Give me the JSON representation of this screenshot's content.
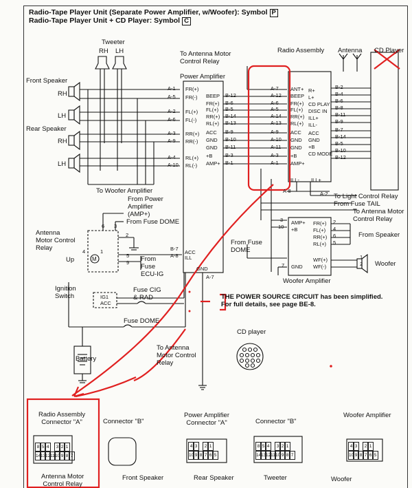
{
  "header": {
    "line1": "Radio-Tape Player Unit (Separate Power Amplifier, w/Woofer): Symbol",
    "line1_symbol": "P",
    "line2": "Radio-Tape Player Unit + CD Player: Symbol",
    "line2_symbol": "C"
  },
  "labels": {
    "tweeter": "Tweeter",
    "tweeter_rh": "RH",
    "tweeter_lh": "LH",
    "to_antenna_motor_relay_top": "To Antenna Motor\nControl Relay",
    "radio_assembly": "Radio Assembly",
    "antenna": "Antenna",
    "cd_player_top": "CD Player",
    "power_amplifier": "Power Amplifier",
    "front_speaker": "Front Speaker",
    "rear_speaker": "Rear Speaker",
    "rh1": "RH",
    "lh1": "LH",
    "rh2": "RH",
    "lh2": "LH",
    "to_woofer_amplifier": "To Woofer Amplifier",
    "from_power_amplifier": "From Power\nAmplifier\n(AMP+)",
    "from_fuse_dome_1": "From Fuse DOME",
    "antenna_motor_control_relay": "Antenna\nMotor Control\nRelay",
    "up": "Up",
    "from_fuse_ecu_ig": "From\nFuse\nECU-IG",
    "ignition_switch": "Ignition\nSwitch",
    "fuse_cig_rad": "Fuse CIG\n& RAD",
    "fuse_dome": "Fuse DOME",
    "battery": "Battery",
    "to_antenna_motor_relay_bottom": "To Antenna\nMotor Control\nRelay",
    "to_light_control_relay": "To Light Control Relay",
    "from_fuse_tail": "From Fuse TAIL",
    "to_antenna_motor_relay_right": "To Antenna Motor\nControl Relay",
    "from_fuse_dome_2": "From Fuse\nDOME",
    "from_speaker": "From Speaker",
    "woofer": "Woofer",
    "woofer_amplifier": "Woofer Amplifier",
    "power_source_note": "THE POWER SOURCE CIRCUIT has been simplified.\nFor full details, see page BE-8.",
    "cd_player_connector": "CD player",
    "ig1": "IG1",
    "acc": "ACC",
    "gnd": "GND",
    "m": "M"
  },
  "pins": {
    "amp_left": [
      "A-1",
      "A-5",
      "A-2",
      "A-6",
      "A-3",
      "A-9",
      "A-4",
      "A-10"
    ],
    "amp_left_names": [
      "FR(+)",
      "FR(-)",
      "FL(+)",
      "FL(-)",
      "RR(+)",
      "RR(-)",
      "RL(+)",
      "RL(-)"
    ],
    "amp_right": [
      "B-12",
      "B-6",
      "B-5",
      "B-14",
      "B-13",
      "B-9",
      "B-10",
      "B-11",
      "B-3",
      "B-1"
    ],
    "amp_right_names": [
      "BEEP",
      "FR(+)",
      "FL(+)",
      "RR(+)",
      "RL(+)",
      "ACC",
      "GND",
      "GND",
      "+B",
      "AMP+"
    ],
    "radio_left": [
      "A-7",
      "A-12",
      "A-6",
      "A-5",
      "A-14",
      "A-13",
      "A-9",
      "A-10",
      "A-11",
      "A-3",
      "A-1"
    ],
    "radio_left_names": [
      "ANT+",
      "BEEP",
      "FR(+)",
      "FL(+)",
      "RR(+)",
      "RL(+)",
      "ACC",
      "GND",
      "GND",
      "+B",
      "AMP+"
    ],
    "radio_right_names": [
      "R+",
      "L+",
      "CD PLAY",
      "DISC IN",
      "ILL+",
      "ILL-",
      "ACC",
      "GND",
      "+B",
      "CD MODE"
    ],
    "radio_right": [
      "B-2",
      "B-4",
      "B-6",
      "B-8",
      "B-11",
      "B-9",
      "B-7",
      "B-14",
      "B-5",
      "B-10",
      "B-12"
    ],
    "amp_misc": [
      "B-7",
      "A-8",
      "A-7"
    ],
    "radio_misc": [
      "A-8",
      "A-2"
    ],
    "ill_minus": "ILL-",
    "ill_plus": "ILL+",
    "acc_pin": "ACC",
    "ill_pin": "ILL",
    "woofer_left": [
      "3",
      "10"
    ],
    "woofer_left_names": [
      "AMP+",
      "+B"
    ],
    "woofer_right_names": [
      "FR(+)",
      "FL(+)",
      "RR(+)",
      "RL(+)"
    ],
    "woofer_right": [
      "2",
      "4",
      "6",
      "5"
    ],
    "woofer_out_names": [
      "WF(+)",
      "WF(-)"
    ],
    "woofer_gnd": "7",
    "woofer_out_pins": [
      "1",
      "2"
    ],
    "relay_pins": [
      "6",
      "3",
      "2",
      "4",
      "1",
      "5",
      "9"
    ]
  },
  "connectors": [
    {
      "title": "Radio Assembly\nConnector \"A\"",
      "row1": [
        "8",
        "5",
        "4",
        "",
        "3",
        "2",
        "1"
      ],
      "row2": [
        "14",
        "13",
        "12",
        "11",
        "10",
        "9",
        "8",
        "7"
      ]
    },
    {
      "title": "Connector \"B\"",
      "row1": [],
      "row2": []
    },
    {
      "title": "Power Amplifier\nConnector \"A\"",
      "row1": [
        "4",
        "3",
        "",
        "2",
        "1"
      ],
      "row2": [
        "10",
        "9",
        "8",
        "7",
        "6",
        "5"
      ]
    },
    {
      "title": "Connector \"B\"",
      "row1": [
        "8",
        "5",
        "4",
        "",
        "3",
        "2",
        "1"
      ],
      "row2": [
        "14",
        "13",
        "12",
        "11",
        "10",
        "9",
        "8",
        "7"
      ]
    },
    {
      "title": "Woofer Amplifier",
      "row1": [
        "4",
        "3",
        "",
        "2",
        "1"
      ],
      "row2": [
        "10",
        "9",
        "8",
        "7",
        "6",
        "5"
      ]
    }
  ],
  "bottom_labels": [
    "Antenna Motor\nControl Relay",
    "Front Speaker",
    "Rear Speaker",
    "Tweeter",
    "Woofer"
  ],
  "colors": {
    "ink": "#111111",
    "annotation_red": "#e02020",
    "paper": "#fbfbf8"
  }
}
